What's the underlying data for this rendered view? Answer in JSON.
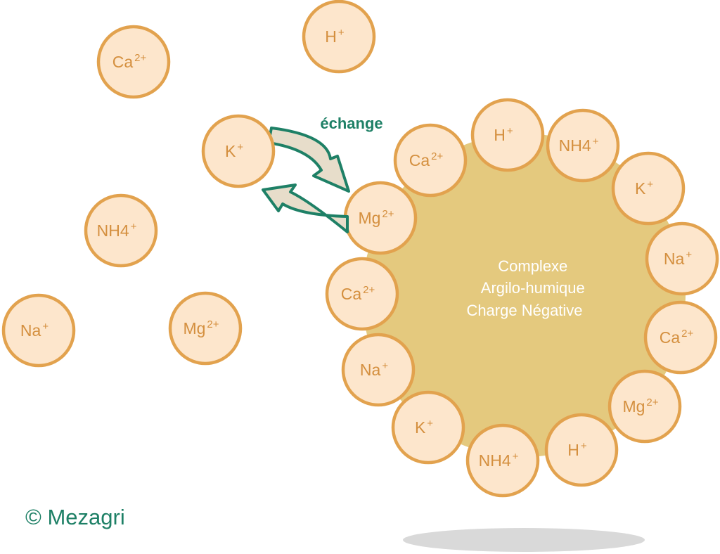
{
  "diagram": {
    "core_lines": [
      "Complexe",
      "Argilo-humique",
      "Charge Négative"
    ],
    "exchange_label": "échange",
    "copyright": "© Mezagri",
    "colors": {
      "ion_fill": "#fde6cc",
      "ion_stroke": "#e2a24e",
      "ion_text": "#d48f3e",
      "core_fill": "#e4c97e",
      "arrow_fill": "#e7ddca",
      "arrow_stroke": "#1e8066",
      "shadow": "#d9d9d9"
    },
    "free_ions": [
      {
        "base": "Ca",
        "charge": "2+"
      },
      {
        "base": "H",
        "charge": "+"
      },
      {
        "base": "K",
        "charge": "+"
      },
      {
        "base": "NH4",
        "charge": "+"
      },
      {
        "base": "Na",
        "charge": "+"
      },
      {
        "base": "Mg",
        "charge": "2+"
      }
    ],
    "bound_ions": [
      {
        "base": "Mg",
        "charge": "2+"
      },
      {
        "base": "Ca",
        "charge": "2+"
      },
      {
        "base": "H",
        "charge": "+"
      },
      {
        "base": "NH4",
        "charge": "+"
      },
      {
        "base": "K",
        "charge": "+"
      },
      {
        "base": "Na",
        "charge": "+"
      },
      {
        "base": "Ca",
        "charge": "2+"
      },
      {
        "base": "Mg",
        "charge": "2+"
      },
      {
        "base": "H",
        "charge": "+"
      },
      {
        "base": "NH4",
        "charge": "+"
      },
      {
        "base": "K",
        "charge": "+"
      },
      {
        "base": "Na",
        "charge": "+"
      },
      {
        "base": "Ca",
        "charge": "2+"
      }
    ]
  }
}
